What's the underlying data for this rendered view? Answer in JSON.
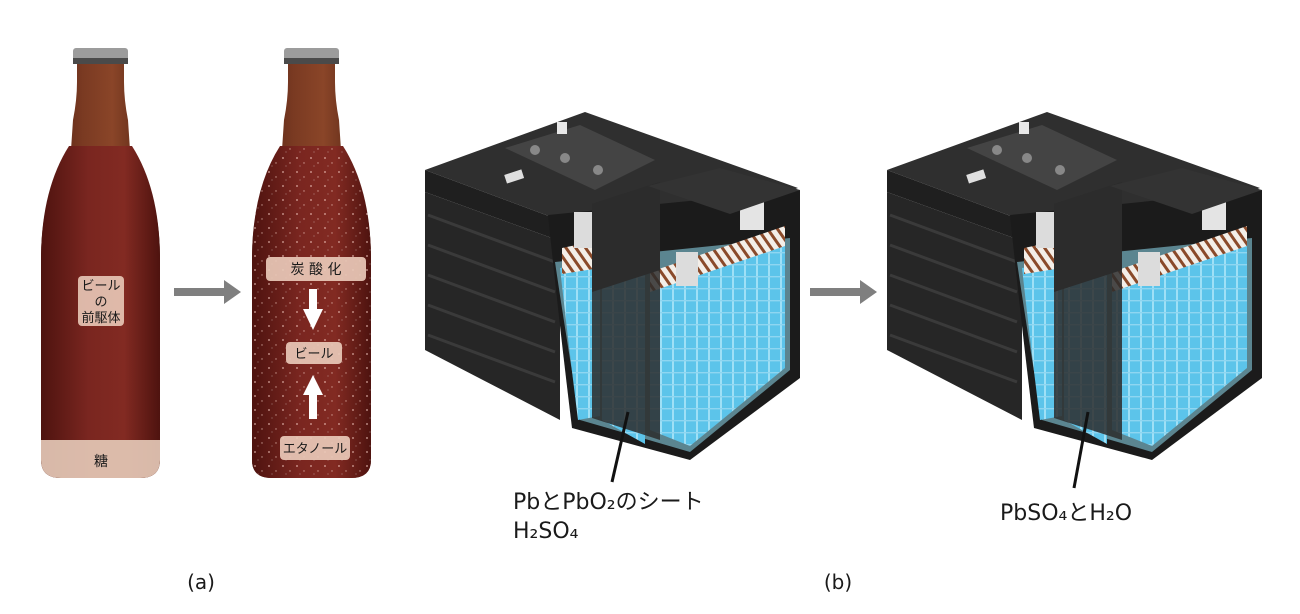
{
  "panel_a": {
    "caption": "(a)",
    "bottle_before": {
      "precursor_label": [
        "ビール",
        "の",
        "前駆体"
      ],
      "sugar_label": "糖"
    },
    "bottle_after": {
      "carbonation_label": "炭 酸 化",
      "beer_label": "ビール",
      "ethanol_label": "エタノール"
    }
  },
  "panel_b": {
    "caption": "(b)",
    "battery_charged": {
      "label_line1": "PbとPbO₂のシート",
      "label_line2": "H₂SO₄"
    },
    "battery_discharged": {
      "label": "PbSO₄とH₂O"
    }
  },
  "colors": {
    "bottle_glass": "#6b2c1a",
    "beer_liquid": "#6e1f1a",
    "label_bg": "#e9c9b8",
    "arrow": "#7f7f7f",
    "electrolyte": "#5fc8ea",
    "battery_body": "#2b2b2b"
  }
}
